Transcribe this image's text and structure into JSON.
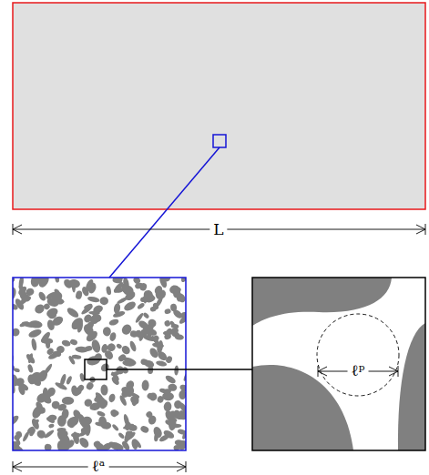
{
  "diagram": {
    "labels": [
      "L",
      "ℓᵃ",
      "ℓᵖ"
    ]
  }
}
